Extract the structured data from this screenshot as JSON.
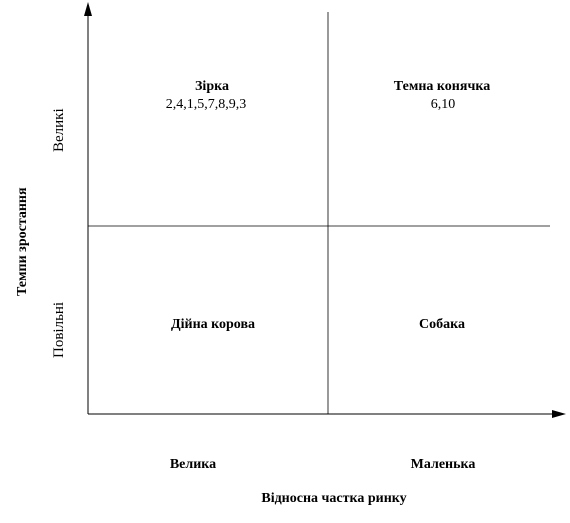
{
  "quadrants": {
    "top_left": {
      "title": "Зірка",
      "items": "2,4,1,5,7,8,9,3"
    },
    "top_right": {
      "title": "Темна конячка",
      "items": "6,10"
    },
    "bottom_left": {
      "title": "Дійна корова"
    },
    "bottom_right": {
      "title": "Собака"
    }
  },
  "y_axis": {
    "label": "Темпи зростання",
    "high": "Великі",
    "low": "Повільні"
  },
  "x_axis": {
    "label": "Відносна частка ринку",
    "left": "Велика",
    "right": "Маленька"
  }
}
